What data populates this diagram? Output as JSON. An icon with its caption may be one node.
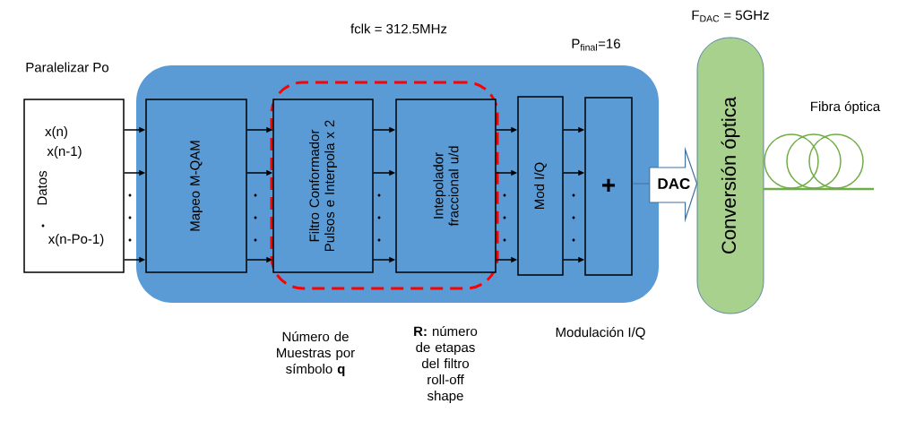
{
  "diagram": {
    "nodes": [
      {
        "text": [
          "Datos",
          "x(n)",
          "x(n-1)",
          "x(n-Po-1)"
        ],
        "beside": [
          "Paralelizar Po"
        ]
      },
      {
        "text": [],
        "shape": "box"
      },
      {
        "text": [
          "Mapeo  M-QAM"
        ],
        "in": 1
      },
      {
        "text": [],
        "shape": "box",
        "in": 1
      },
      {
        "text": [
          "Filtro Conformador Pulsos e Interpola x 2"
        ],
        "in": 3
      },
      {
        "text": [
          "Intepolador fraccional u/d"
        ],
        "in": 3
      },
      {
        "text": [
          "Mod I/Q"
        ],
        "in": 1
      },
      {
        "text": [
          "+"
        ],
        "in": 1
      },
      {
        "text": [
          "Conversión óptica"
        ],
        "beside": [
          "F$_{DAC}$ = 5GHz"
        ]
      },
      {
        "text": [],
        "shape": "picture",
        "beside": [
          "Fibra óptica"
        ]
      }
    ],
    "edges": [
      {
        "from": 0,
        "to": 2,
        "arrow": "to"
      },
      {
        "from": 0,
        "to": 2,
        "arrow": "to"
      },
      {
        "from": 0,
        "to": 2,
        "arrow": "to"
      },
      {
        "from": 2,
        "to": 4,
        "arrow": "to"
      },
      {
        "from": 2,
        "to": 4,
        "arrow": "to"
      },
      {
        "from": 2,
        "to": 4,
        "arrow": "to"
      },
      {
        "from": 4,
        "to": 5,
        "arrow": "to"
      },
      {
        "from": 4,
        "to": 5,
        "arrow": "to"
      },
      {
        "from": 4,
        "to": 5,
        "arrow": "to"
      },
      {
        "from": 5,
        "to": 6,
        "arrow": "to"
      },
      {
        "from": 5,
        "to": 6,
        "arrow": "to"
      },
      {
        "from": 5,
        "to": 6,
        "arrow": "to"
      },
      {
        "from": 6,
        "to": 7,
        "arrow": "to"
      },
      {
        "from": 6,
        "to": 7,
        "arrow": "to"
      },
      {
        "from": 6,
        "to": 7,
        "arrow": "to"
      },
      {
        "from": 7,
        "to": 8,
        "arrow": "to",
        "label": "DAC",
        "color": "#41719c"
      }
    ],
    "labels": [
      "fclk = 312.5MHz",
      "P$_{final}$=16",
      "Número de Muestras por símbolo **q**",
      "**R:** número de etapas del filtro roll-off shape",
      "Modulación I/Q"
    ]
  }
}
